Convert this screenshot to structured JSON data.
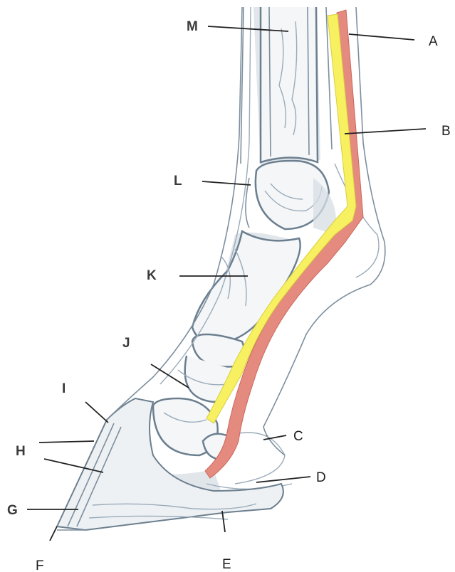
{
  "labels": {
    "a": "A",
    "b": "B",
    "c": "C",
    "d": "D",
    "e": "E",
    "f": "F",
    "g": "G",
    "h": "H",
    "i": "I",
    "j": "J",
    "k": "K",
    "l": "L",
    "m": "M"
  },
  "colors": {
    "deep_flexor_highlight": "#f7f060",
    "superficial_flexor_highlight": "#e58a7e",
    "background": "#ffffff"
  }
}
